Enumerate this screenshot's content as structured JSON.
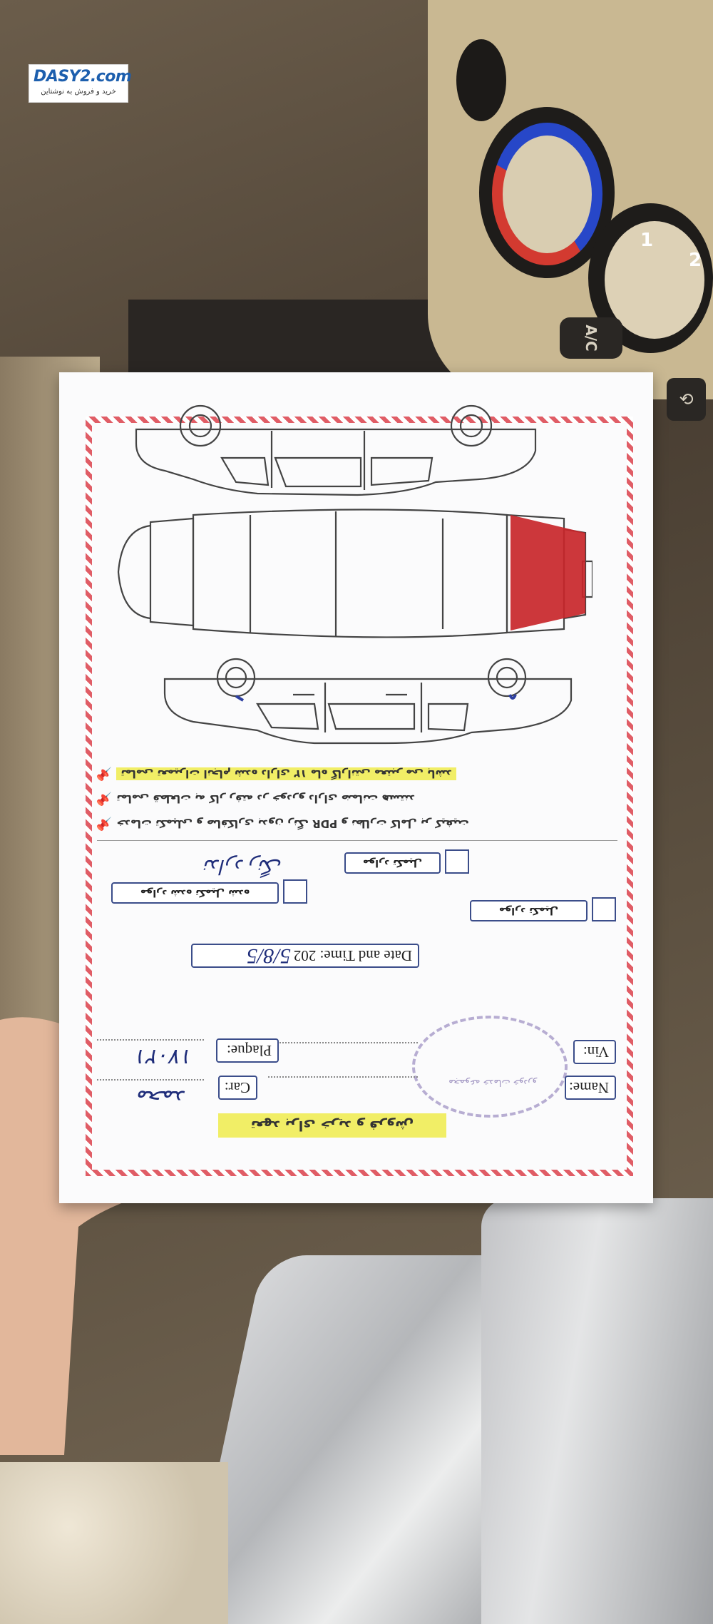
{
  "watermark": {
    "logo": "DASY2.com",
    "tagline": "خرید و فروش به نوشتاین"
  },
  "car_controls": {
    "ac_label": "A/C",
    "fan_numbers": [
      "1",
      "2"
    ]
  },
  "form": {
    "header": "تعهد برای خرید و فروش",
    "name_label": "Name:",
    "vin_label": "Vin:",
    "car_label": "Car:",
    "plaque_label": "Plaque:",
    "handwritten_name": "محمد",
    "handwritten_plaque": "۱۷۰۲۱",
    "date_label": "Date and Time: 202",
    "handwritten_date": "5/8/5",
    "stamp_text": "مجموعه خدمات خودرو",
    "option_left": "موارد شده تکمیل شده",
    "option_right": "موارد تکمیل",
    "option_second": "موارد تکمیل",
    "handwritten_note": "ندارد رنگ",
    "bullets": [
      "خدمات تکمیلی و صافکاری بدون رنگ PDR و نظارت کامل بر کیفیت",
      "تمامی قطعات به کار رفته در خودرو دارای ضمانت هستند",
      "تمامی تعمیرات انجام شده دارای ۱۲ ماه گارانتی معتبر می باشد"
    ]
  }
}
